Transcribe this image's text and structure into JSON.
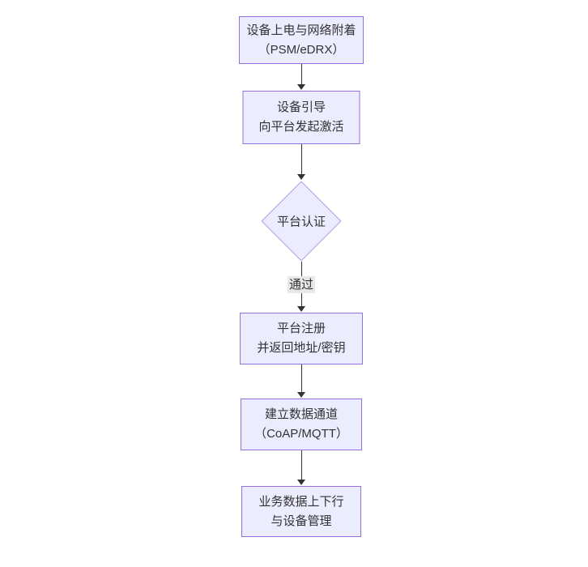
{
  "diagram": {
    "type": "flowchart",
    "direction": "top-down",
    "colors": {
      "node_fill": "#ECECFF",
      "node_border": "#9370DB",
      "diamond_border": "#b19ee0",
      "text": "#333333",
      "arrow": "#333333",
      "edge_label_bg": "#e8e8e8",
      "background": "#ffffff"
    },
    "nodes": {
      "node1": {
        "shape": "rect",
        "line1": "设备上电与网络附着",
        "line2": "（PSM/eDRX）"
      },
      "node2": {
        "shape": "rect",
        "line1": "设备引导",
        "line2": "向平台发起激活"
      },
      "decision": {
        "shape": "diamond",
        "label": "平台认证"
      },
      "node3": {
        "shape": "rect",
        "line1": "平台注册",
        "line2": "并返回地址/密钥"
      },
      "node4": {
        "shape": "rect",
        "line1": "建立数据通道",
        "line2": "（CoAP/MQTT）"
      },
      "node5": {
        "shape": "rect",
        "line1": "业务数据上下行",
        "line2": "与设备管理"
      }
    },
    "edges": {
      "pass_label": "通过"
    }
  }
}
